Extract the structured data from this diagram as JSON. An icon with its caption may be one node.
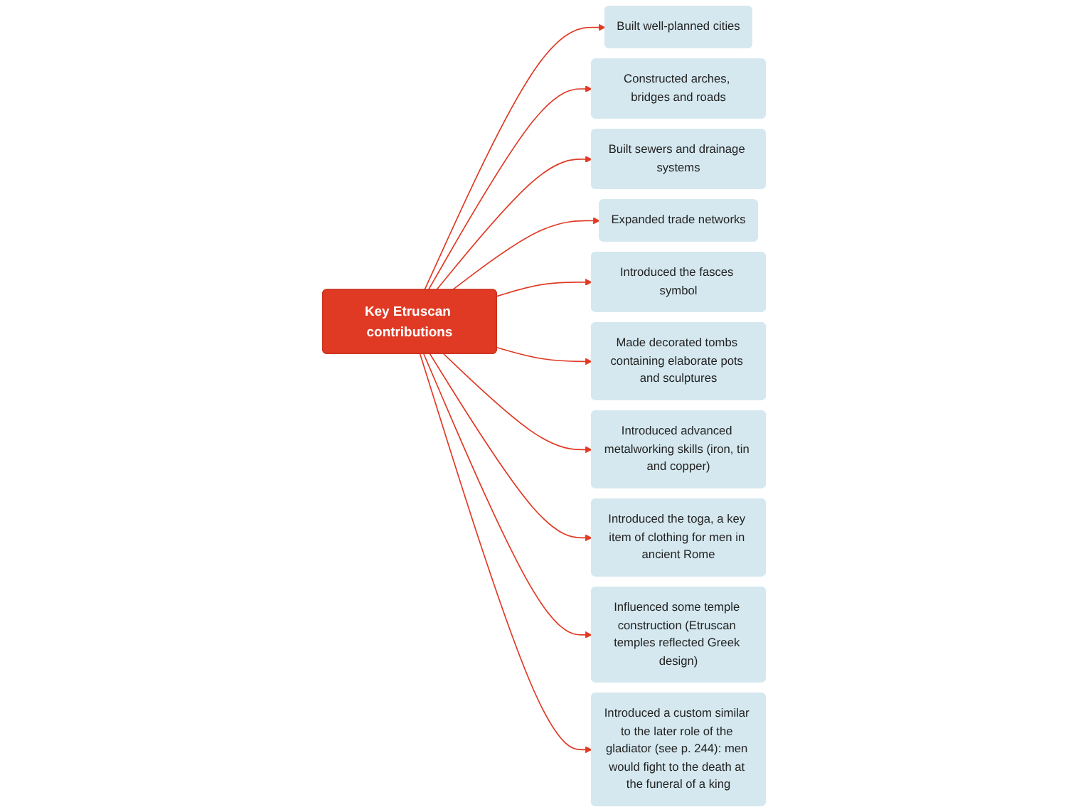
{
  "diagram": {
    "nodes": [
      {
        "text": [
          "Built well-planned cities"
        ]
      },
      {
        "text": [
          "Constructed arches, bridges and roads"
        ]
      },
      {
        "text": [
          "Built sewers and drainage systems"
        ]
      },
      {
        "text": [
          "Expanded trade networks"
        ]
      },
      {
        "text": [
          "Introduced the fasces symbol"
        ]
      },
      {
        "text": [
          "Key Etruscan contributions"
        ]
      },
      {
        "text": [
          "Made decorated tombs containing elaborate pots and sculptures"
        ]
      },
      {
        "text": [
          "Introduced advanced metalworking skills (iron, tin and copper)"
        ]
      },
      {
        "text": [
          "Introduced the toga, a key item of clothing for men in ancient Rome"
        ]
      },
      {
        "text": [
          "Influenced some temple construction (Etruscan temples reflected Greek design)"
        ]
      },
      {
        "text": [
          "Introduced a custom similar to the later role of the gladiator (see p. 244): men would fight to the death at the funeral of a king"
        ]
      }
    ],
    "edges": [
      {
        "from": 5,
        "to": 0,
        "arrow": "to"
      },
      {
        "from": 5,
        "to": 1,
        "arrow": "to"
      },
      {
        "from": 5,
        "to": 2,
        "arrow": "to"
      },
      {
        "from": 5,
        "to": 3,
        "arrow": "to"
      },
      {
        "from": 5,
        "to": 4,
        "arrow": "to"
      },
      {
        "from": 5,
        "to": 6,
        "arrow": "to"
      },
      {
        "from": 5,
        "to": 7,
        "arrow": "to"
      },
      {
        "from": 5,
        "to": 8,
        "arrow": "to"
      },
      {
        "from": 5,
        "to": 9,
        "arrow": "to"
      },
      {
        "from": 5,
        "to": 10,
        "arrow": "to"
      }
    ]
  }
}
